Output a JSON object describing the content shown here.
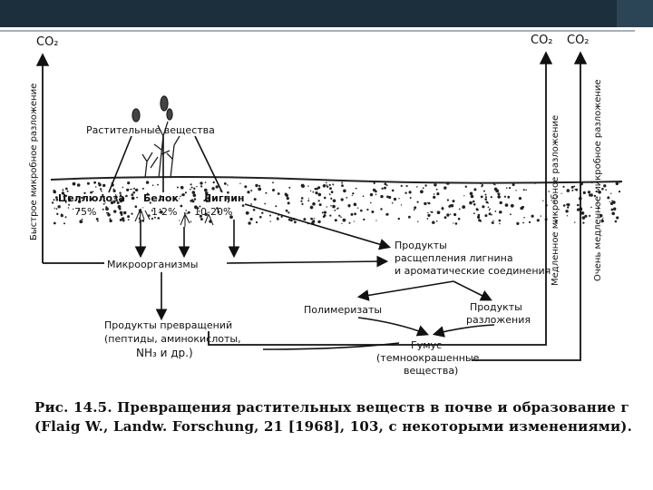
{
  "diagram": {
    "co2_left": "CO₂",
    "co2_right_1": "CO₂",
    "co2_right_2": "CO₂",
    "fast_decomposition": "Быстрое микробное разложение",
    "slow_decomposition": "Медленное микробное разложение",
    "very_slow_decomposition": "Очень медленное микробное разложение",
    "plant_substances": "Растительные вещества",
    "cellulose": "Целлюлоза",
    "cellulose_pct": "75%",
    "protein": "Белок",
    "protein_pct": "1-2%",
    "lignin": "Лигнин",
    "lignin_pct": "10-20%",
    "microorganisms": "Микроорганизмы",
    "lignin_products_1": "Продукты",
    "lignin_products_2": "расщепления лигнина",
    "lignin_products_3": "и ароматические соединения",
    "polymerizates": "Полимеризаты",
    "decomp_products_1": "Продукты",
    "decomp_products_2": "разложения",
    "conversion_products_1": "Продукты превращений",
    "conversion_products_2": "(пептиды, аминокислоты,",
    "conversion_products_3": "NH₃ и др.)",
    "humus_1": "Гумус",
    "humus_2": "(темноокрашенные",
    "humus_3": "вещества)"
  },
  "caption": {
    "line1": "Рис. 14.5. Превращения растительных веществ в почве и образование г",
    "line2": "(Flaig W., Landw. Forschung, 21 [1968], 103, с некоторыми изменениями)."
  }
}
